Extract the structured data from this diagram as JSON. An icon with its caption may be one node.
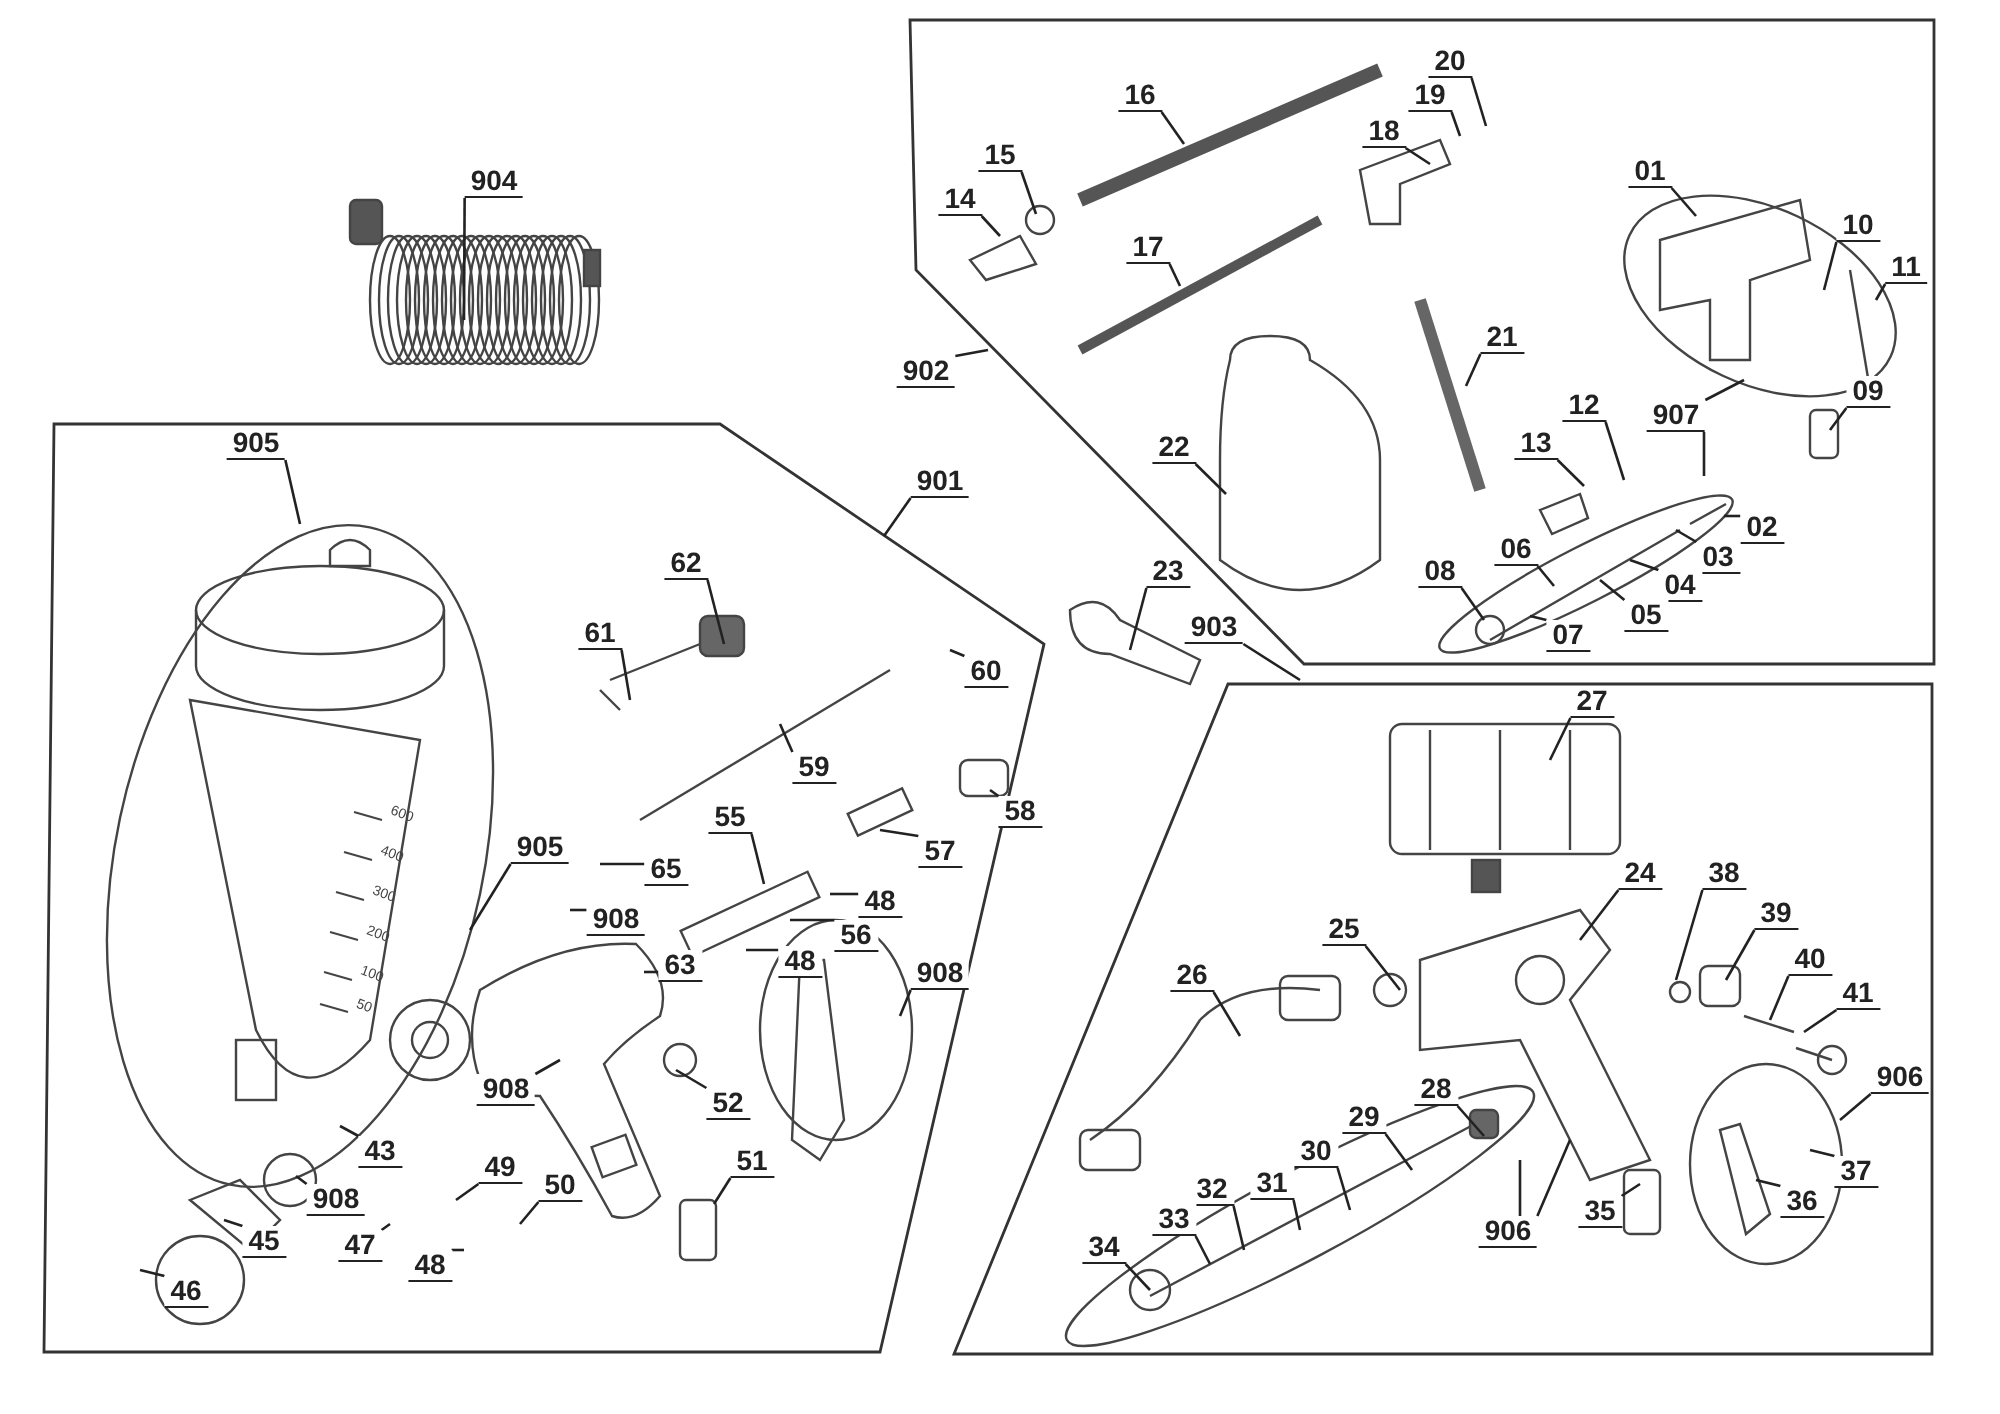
{
  "diagram": {
    "nodes": [
      {
        "text": [
          "904"
        ]
      },
      {
        "text": [
          "905"
        ]
      },
      {
        "text": [
          "901"
        ]
      },
      {
        "text": [
          "62"
        ]
      },
      {
        "text": [
          "61"
        ]
      },
      {
        "text": [
          "60"
        ]
      },
      {
        "text": [
          "59"
        ]
      },
      {
        "text": [
          "55"
        ]
      },
      {
        "text": [
          "57"
        ]
      },
      {
        "text": [
          "58"
        ]
      },
      {
        "text": [
          "905"
        ]
      },
      {
        "text": [
          "65"
        ]
      },
      {
        "text": [
          "908"
        ]
      },
      {
        "text": [
          "48"
        ]
      },
      {
        "text": [
          "56"
        ]
      },
      {
        "text": [
          "48"
        ]
      },
      {
        "text": [
          "63"
        ]
      },
      {
        "text": [
          "908"
        ]
      },
      {
        "text": [
          "908"
        ]
      },
      {
        "text": [
          "52"
        ]
      },
      {
        "text": [
          "51"
        ]
      },
      {
        "text": [
          "43"
        ]
      },
      {
        "text": [
          "908"
        ]
      },
      {
        "text": [
          "49"
        ]
      },
      {
        "text": [
          "50"
        ]
      },
      {
        "text": [
          "45"
        ]
      },
      {
        "text": [
          "47"
        ]
      },
      {
        "text": [
          "48"
        ]
      },
      {
        "text": [
          "46"
        ]
      },
      {
        "text": [
          "16"
        ]
      },
      {
        "text": [
          "20"
        ]
      },
      {
        "text": [
          "19"
        ]
      },
      {
        "text": [
          "18"
        ]
      },
      {
        "text": [
          "15"
        ]
      },
      {
        "text": [
          "14"
        ]
      },
      {
        "text": [
          "17"
        ]
      },
      {
        "text": [
          "01"
        ]
      },
      {
        "text": [
          "10"
        ]
      },
      {
        "text": [
          "11"
        ]
      },
      {
        "text": [
          "902"
        ]
      },
      {
        "text": [
          "21"
        ]
      },
      {
        "text": [
          "907"
        ]
      },
      {
        "text": [
          "09"
        ]
      },
      {
        "text": [
          "22"
        ]
      },
      {
        "text": [
          "12"
        ]
      },
      {
        "text": [
          "13"
        ]
      },
      {
        "text": [
          "02"
        ]
      },
      {
        "text": [
          "06"
        ]
      },
      {
        "text": [
          "03"
        ]
      },
      {
        "text": [
          "04"
        ]
      },
      {
        "text": [
          "23"
        ]
      },
      {
        "text": [
          "08"
        ]
      },
      {
        "text": [
          "05"
        ]
      },
      {
        "text": [
          "903"
        ]
      },
      {
        "text": [
          "07"
        ]
      },
      {
        "text": [
          "27"
        ]
      },
      {
        "text": [
          "24"
        ]
      },
      {
        "text": [
          "38"
        ]
      },
      {
        "text": [
          "39"
        ]
      },
      {
        "text": [
          "25"
        ]
      },
      {
        "text": [
          "40"
        ]
      },
      {
        "text": [
          "26"
        ]
      },
      {
        "text": [
          "41"
        ]
      },
      {
        "text": [
          "906"
        ]
      },
      {
        "text": [
          "28"
        ]
      },
      {
        "text": [
          "29"
        ]
      },
      {
        "text": [
          "30"
        ]
      },
      {
        "text": [
          "37"
        ]
      },
      {
        "text": [
          "31"
        ]
      },
      {
        "text": [
          "32"
        ]
      },
      {
        "text": [
          "36"
        ]
      },
      {
        "text": [
          "35"
        ]
      },
      {
        "text": [
          "33"
        ]
      },
      {
        "text": [
          "906"
        ]
      },
      {
        "text": [
          "34"
        ]
      }
    ],
    "edges": [
      {
        "from": 0,
        "to": null,
        "arrow": "none"
      },
      {
        "from": 1,
        "to": null,
        "arrow": "none"
      },
      {
        "from": 2,
        "to": null,
        "arrow": "none"
      },
      {
        "from": 3,
        "to": null,
        "arrow": "none"
      },
      {
        "from": 4,
        "to": null,
        "arrow": "none"
      },
      {
        "from": 5,
        "to": null,
        "arrow": "none"
      },
      {
        "from": 6,
        "to": null,
        "arrow": "none"
      },
      {
        "from": 7,
        "to": null,
        "arrow": "none"
      },
      {
        "from": 8,
        "to": null,
        "arrow": "none"
      },
      {
        "from": 9,
        "to": null,
        "arrow": "none"
      },
      {
        "from": 10,
        "to": null,
        "arrow": "none"
      },
      {
        "from": 11,
        "to": null,
        "arrow": "none"
      },
      {
        "from": 12,
        "to": null,
        "arrow": "none"
      },
      {
        "from": 13,
        "to": null,
        "arrow": "none"
      },
      {
        "from": 14,
        "to": null,
        "arrow": "none"
      },
      {
        "from": 15,
        "to": null,
        "arrow": "none"
      },
      {
        "from": 16,
        "to": null,
        "arrow": "none"
      },
      {
        "from": 17,
        "to": null,
        "arrow": "none"
      },
      {
        "from": 18,
        "to": null,
        "arrow": "none"
      },
      {
        "from": 19,
        "to": null,
        "arrow": "none"
      },
      {
        "from": 20,
        "to": null,
        "arrow": "none"
      },
      {
        "from": 21,
        "to": null,
        "arrow": "none"
      },
      {
        "from": 22,
        "to": null,
        "arrow": "none"
      },
      {
        "from": 23,
        "to": null,
        "arrow": "none"
      },
      {
        "from": 24,
        "to": null,
        "arrow": "none"
      },
      {
        "from": 25,
        "to": null,
        "arrow": "none"
      },
      {
        "from": 26,
        "to": null,
        "arrow": "none"
      },
      {
        "from": 27,
        "to": null,
        "arrow": "none"
      },
      {
        "from": 28,
        "to": null,
        "arrow": "none"
      },
      {
        "from": 29,
        "to": null,
        "arrow": "none"
      },
      {
        "from": 30,
        "to": null,
        "arrow": "none"
      },
      {
        "from": 31,
        "to": null,
        "arrow": "none"
      },
      {
        "from": 32,
        "to": null,
        "arrow": "none"
      },
      {
        "from": 33,
        "to": null,
        "arrow": "none"
      },
      {
        "from": 34,
        "to": null,
        "arrow": "none"
      },
      {
        "from": 35,
        "to": null,
        "arrow": "none"
      },
      {
        "from": 36,
        "to": null,
        "arrow": "none"
      },
      {
        "from": 37,
        "to": null,
        "arrow": "none"
      },
      {
        "from": 38,
        "to": null,
        "arrow": "none"
      },
      {
        "from": 39,
        "to": null,
        "arrow": "none"
      },
      {
        "from": 40,
        "to": null,
        "arrow": "none"
      },
      {
        "from": 41,
        "to": null,
        "arrow": "none"
      },
      {
        "from": 41,
        "to": null,
        "arrow": "none"
      },
      {
        "from": 42,
        "to": null,
        "arrow": "none"
      },
      {
        "from": 43,
        "to": null,
        "arrow": "none"
      },
      {
        "from": 44,
        "to": null,
        "arrow": "none"
      },
      {
        "from": 45,
        "to": null,
        "arrow": "none"
      },
      {
        "from": 46,
        "to": null,
        "arrow": "none"
      },
      {
        "from": 47,
        "to": null,
        "arrow": "none"
      },
      {
        "from": 48,
        "to": null,
        "arrow": "none"
      },
      {
        "from": 49,
        "to": null,
        "arrow": "none"
      },
      {
        "from": 50,
        "to": null,
        "arrow": "none"
      },
      {
        "from": 51,
        "to": null,
        "arrow": "none"
      },
      {
        "from": 52,
        "to": null,
        "arrow": "none"
      },
      {
        "from": 53,
        "to": null,
        "arrow": "none"
      },
      {
        "from": 54,
        "to": null,
        "arrow": "none"
      },
      {
        "from": 55,
        "to": null,
        "arrow": "none"
      },
      {
        "from": 56,
        "to": null,
        "arrow": "none"
      },
      {
        "from": 57,
        "to": null,
        "arrow": "none"
      },
      {
        "from": 58,
        "to": null,
        "arrow": "none"
      },
      {
        "from": 59,
        "to": null,
        "arrow": "none"
      },
      {
        "from": 60,
        "to": null,
        "arrow": "none"
      },
      {
        "from": 61,
        "to": null,
        "arrow": "none"
      },
      {
        "from": 62,
        "to": null,
        "arrow": "none"
      },
      {
        "from": 63,
        "to": null,
        "arrow": "none"
      },
      {
        "from": 64,
        "to": null,
        "arrow": "none"
      },
      {
        "from": 65,
        "to": null,
        "arrow": "none"
      },
      {
        "from": 66,
        "to": null,
        "arrow": "none"
      },
      {
        "from": 67,
        "to": null,
        "arrow": "none"
      },
      {
        "from": 68,
        "to": null,
        "arrow": "none"
      },
      {
        "from": 69,
        "to": null,
        "arrow": "none"
      },
      {
        "from": 70,
        "to": null,
        "arrow": "none"
      },
      {
        "from": 71,
        "to": null,
        "arrow": "none"
      },
      {
        "from": 72,
        "to": null,
        "arrow": "none"
      },
      {
        "from": 73,
        "to": null,
        "arrow": "none"
      },
      {
        "from": 73,
        "to": null,
        "arrow": "none"
      },
      {
        "from": 74,
        "to": null,
        "arrow": "none"
      }
    ],
    "labels": [
      "600",
      "400",
      "300",
      "200",
      "100",
      "50"
    ]
  }
}
